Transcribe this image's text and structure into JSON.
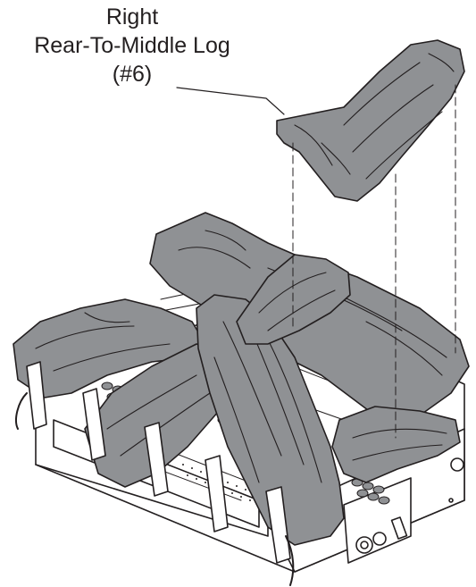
{
  "label": {
    "line1": "Right",
    "line2": "Rear-To-Middle Log",
    "line3": "(#6)"
  },
  "colors": {
    "log_fill": "#8f9194",
    "line": "#231f20",
    "background": "#ffffff",
    "grate": "#ffffff"
  }
}
